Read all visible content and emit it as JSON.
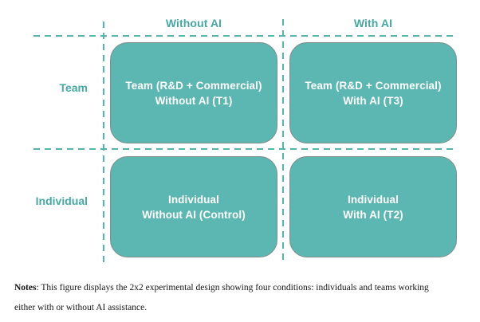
{
  "colors": {
    "accent": "#46a8a3",
    "line": "#57b3ae",
    "cell_fill": "#5cb6b1",
    "cell_border": "#7e8e8d",
    "cell_text": "#ffffff",
    "notes_text": "#141414"
  },
  "matrix": {
    "column_headers": [
      "Without AI",
      "With AI"
    ],
    "row_headers": [
      "Team",
      "Individual"
    ],
    "cells": [
      {
        "line1": "Team (R&D + Commercial)",
        "line2": "Without AI (T1)"
      },
      {
        "line1": "Team (R&D + Commercial)",
        "line2": "With AI (T3)"
      },
      {
        "line1": "Individual",
        "line2": "Without AI (Control)"
      },
      {
        "line1": "Individual",
        "line2": "With AI (T2)"
      }
    ]
  },
  "notes": {
    "label": "Notes",
    "body": ": This figure displays the 2x2 experimental design showing four conditions: individuals and teams working either with or without AI assistance."
  }
}
